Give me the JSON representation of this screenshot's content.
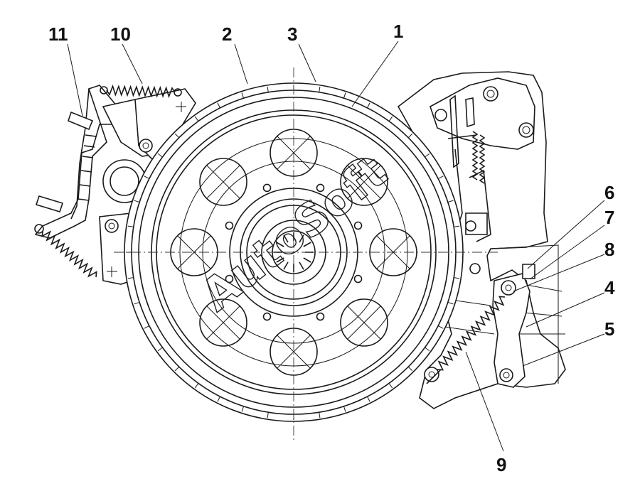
{
  "callouts": [
    {
      "id": "11",
      "label": "11"
    },
    {
      "id": "10",
      "label": "10"
    },
    {
      "id": "2",
      "label": "2"
    },
    {
      "id": "3",
      "label": "3"
    },
    {
      "id": "1",
      "label": "1"
    },
    {
      "id": "6",
      "label": "6"
    },
    {
      "id": "7",
      "label": "7"
    },
    {
      "id": "8",
      "label": "8"
    },
    {
      "id": "4",
      "label": "4"
    },
    {
      "id": "5",
      "label": "5"
    },
    {
      "id": "9",
      "label": "9"
    }
  ],
  "watermark": "AutoSoft"
}
